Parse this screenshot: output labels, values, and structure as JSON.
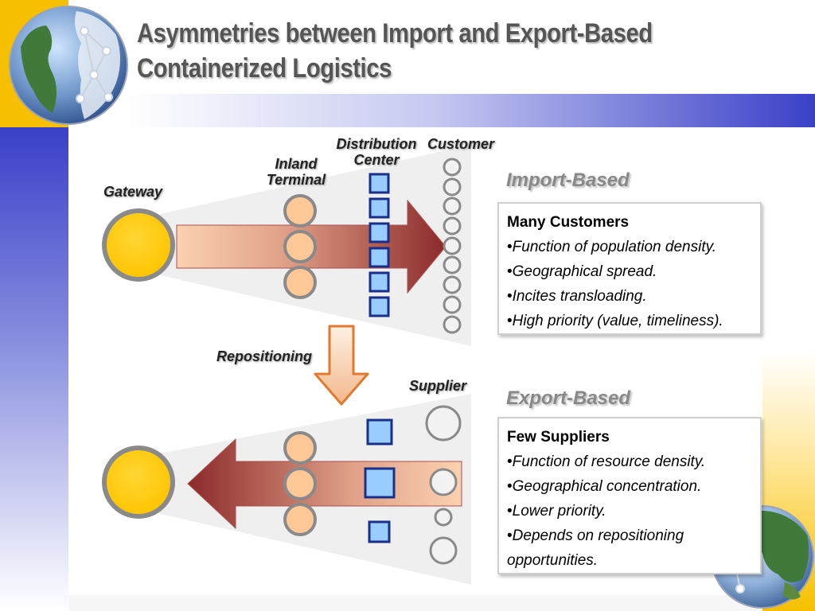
{
  "title": "Asymmetries between Import and Export-Based Containerized Logistics",
  "labels": {
    "gateway": "Gateway",
    "inland_terminal": [
      "Inland",
      "Terminal"
    ],
    "distribution_center": [
      "Distribution",
      "Center"
    ],
    "customer": "Customer",
    "repositioning": "Repositioning",
    "supplier": "Supplier"
  },
  "import_panel": {
    "heading": "Import-Based",
    "box_title": "Many Customers",
    "bullets": [
      "Function of population density.",
      "Geographical spread.",
      "Incites transloading.",
      "High priority (value, timeliness)."
    ]
  },
  "export_panel": {
    "heading": "Export-Based",
    "box_title": "Few Suppliers",
    "bullets": [
      "Function of resource density.",
      "Geographical concentration.",
      "Lower priority.",
      "Depends on repositioning opportunities."
    ]
  },
  "icons": {
    "globe_top": "globe-americas-network-icon",
    "globe_bottom": "globe-asia-network-icon"
  },
  "colors": {
    "gateway": "#ffc800",
    "terminal": "#ffc896",
    "distribution": "#99ccff",
    "distribution_border": "#1a2f8a",
    "flow_light": "#fbd2b0",
    "flow_dark": "#8c2a2a",
    "accent_blue": "#3a40c8",
    "accent_gold": "#f6c000"
  }
}
